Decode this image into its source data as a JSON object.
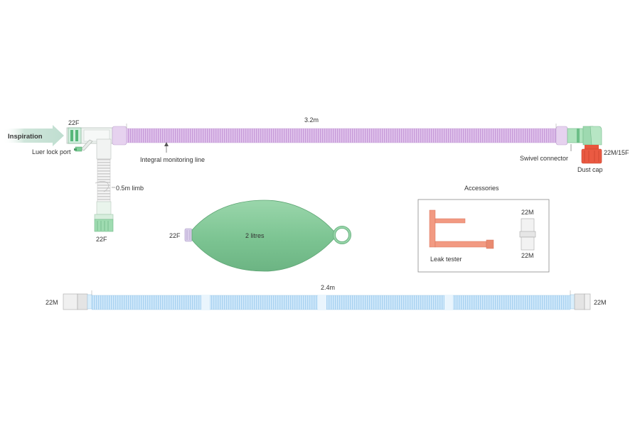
{
  "labels": {
    "inspiration": "Inspiration",
    "port_22f_top": "22F",
    "luer_lock_port": "Luer lock port",
    "length_main": "3.2m",
    "integral_monitoring_line": "Integral monitoring line",
    "swivel_connector": "Swivel connector",
    "size_22m_15f": "22M/15F",
    "dust_cap": "Dust cap",
    "limb_length": "0.5m limb",
    "port_22f_bottom": "22F",
    "bag_port": "22F",
    "bag_volume": "2 litres",
    "accessories": "Accessories",
    "acc_22m_top": "22M",
    "acc_22m_bottom": "22M",
    "leak_tester": "Leak tester",
    "length_blue": "2.4m",
    "blue_left_end": "22M",
    "blue_right_end": "22M"
  },
  "colors": {
    "purple_tube": "#d8b8e6",
    "green_bag": "#86cc9c",
    "blue_tube": "#c4e2f8",
    "red_cap": "#e8553c",
    "orange_tester": "#f29a82",
    "green_connector": "#9ddcb0",
    "arrow_green": "#cfe8dc"
  }
}
